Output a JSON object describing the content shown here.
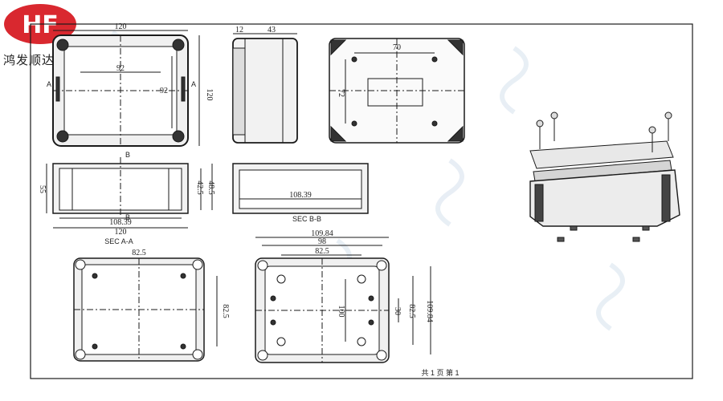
{
  "brand": {
    "logo_text": "HF",
    "company_name": "鸿发顺达",
    "logo_color": "#d9282f"
  },
  "sheet": {
    "label": "共 1 页  第 1"
  },
  "top_view": {
    "width": "120",
    "height": "120",
    "inner_h": "92",
    "inner_v": "92",
    "section_mark": "A"
  },
  "side_view": {
    "lip": "12",
    "depth": "43"
  },
  "bottom_view": {
    "hole_h": "70",
    "hole_v": "72"
  },
  "front_section": {
    "height": "55",
    "inner1": "42.5",
    "inner2": "48.5",
    "inner_width": "108.39",
    "outer_width": "120",
    "section_mark": "B"
  },
  "section_bb": {
    "inner_width": "108.39",
    "title": "SEC B-B"
  },
  "lid_view": {
    "title": "SEC A-A",
    "width": "82.5",
    "height": "82.5"
  },
  "base_view": {
    "outer": "109.84",
    "mid": "98",
    "inner": "82.5",
    "hole_v": "100",
    "small": "30",
    "inner_v": "82.5",
    "outer_v": "109.84"
  },
  "colors": {
    "line": "#1a1a1a",
    "panel": "#f4f4f4",
    "watermark": "#e3ebf3"
  }
}
